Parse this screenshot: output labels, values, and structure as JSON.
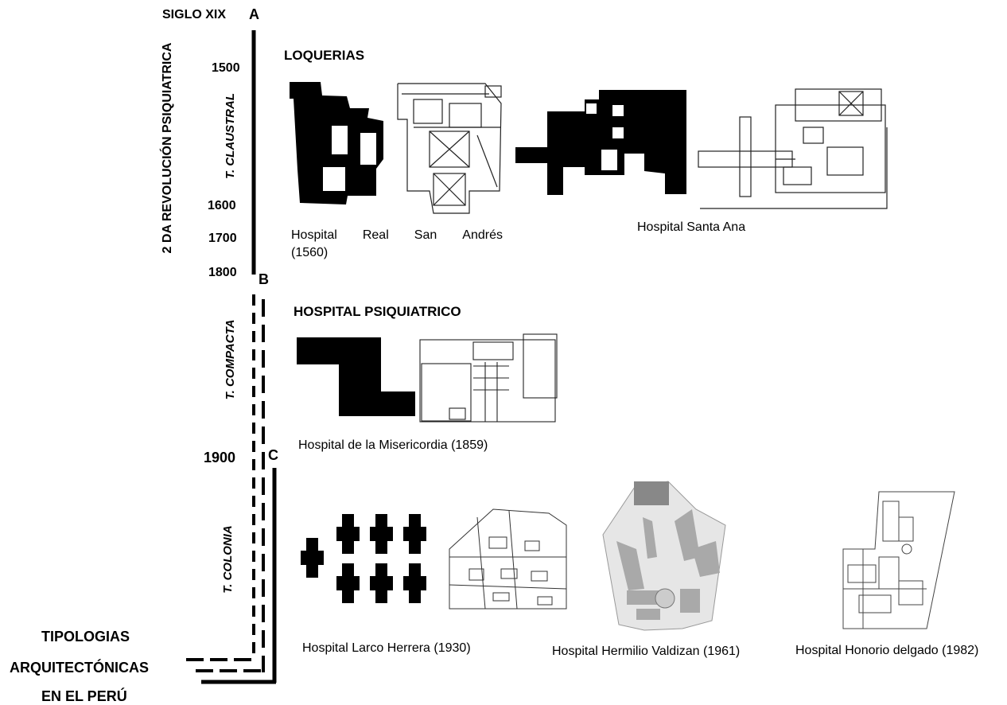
{
  "title": {
    "line1": "TIPOLOGIAS",
    "line2": "ARQUITECTÓNICAS",
    "line3": "EN EL PERÚ"
  },
  "timeline": {
    "century_label": "SIGLO XIX",
    "revolution_label": "2 DA REVOLUCIÓN  PSIQUIATRICA",
    "years": {
      "y1500": "1500",
      "y1600": "1600",
      "y1700": "1700",
      "y1800": "1800",
      "y1900": "1900"
    },
    "markers": {
      "a": "A",
      "b": "B",
      "c": "C"
    },
    "typologies": {
      "claustral": "T. CLAUSTRAL",
      "compacta": "T. COMPACTA",
      "colonia": "T. COLONIA"
    }
  },
  "sections": {
    "loquerias": "LOQUERIAS",
    "hospital_psiquiatrico": "HOSPITAL PSIQUIATRICO"
  },
  "captions": {
    "san_andres_words": [
      "Hospital",
      "Real",
      "San",
      "Andrés"
    ],
    "san_andres_year": "(1560)",
    "santa_ana": "Hospital Santa Ana",
    "misericordia": "Hospital de la Misericordia (1859)",
    "larco": "Hospital Larco Herrera (1930)",
    "valdizan": "Hospital Hermilio Valdizan  (1961)",
    "delgado": "Hospital Honorio delgado (1982)"
  }
}
